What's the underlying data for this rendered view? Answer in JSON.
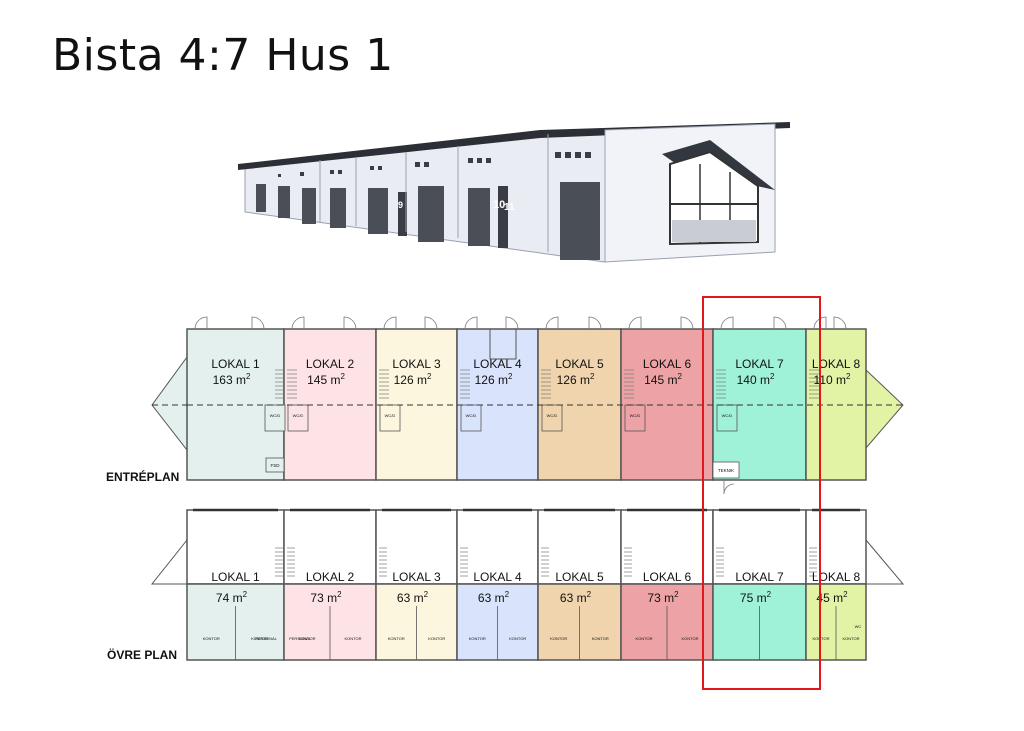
{
  "title": "Bista 4:7 Hus 1",
  "building_doors": [
    "9",
    "10",
    "11"
  ],
  "floors": {
    "entre_label": "ENTRÉPLAN",
    "ovre_label": "ÖVRE PLAN"
  },
  "units": [
    {
      "name": "LOKAL 1",
      "entre_area": "163 m",
      "ovre_area": "74 m",
      "color": "#e3f0ee"
    },
    {
      "name": "LOKAL 2",
      "entre_area": "145 m",
      "ovre_area": "73 m",
      "color": "#fde3e6"
    },
    {
      "name": "LOKAL 3",
      "entre_area": "126 m",
      "ovre_area": "63 m",
      "color": "#fcf6df"
    },
    {
      "name": "LOKAL 4",
      "entre_area": "126 m",
      "ovre_area": "63 m",
      "color": "#d9e3fb"
    },
    {
      "name": "LOKAL 5",
      "entre_area": "126 m",
      "ovre_area": "63 m",
      "color": "#efd4ad"
    },
    {
      "name": "LOKAL 6",
      "entre_area": "145 m",
      "ovre_area": "73 m",
      "color": "#eda3a6"
    },
    {
      "name": "LOKAL 7",
      "entre_area": "140 m",
      "ovre_area": "75 m",
      "color": "#9ff2d8"
    },
    {
      "name": "LOKAL 8",
      "entre_area": "110 m",
      "ovre_area": "45 m",
      "color": "#e2f3a6"
    }
  ],
  "superscript": "2",
  "room_labels": {
    "wcd": "WC/D",
    "wc": "WC",
    "fsd": "FSD",
    "teknik": "TEKNIK",
    "kontor": "KONTOR",
    "personal": "PERSONAL"
  },
  "highlight_color": "#e0171b"
}
